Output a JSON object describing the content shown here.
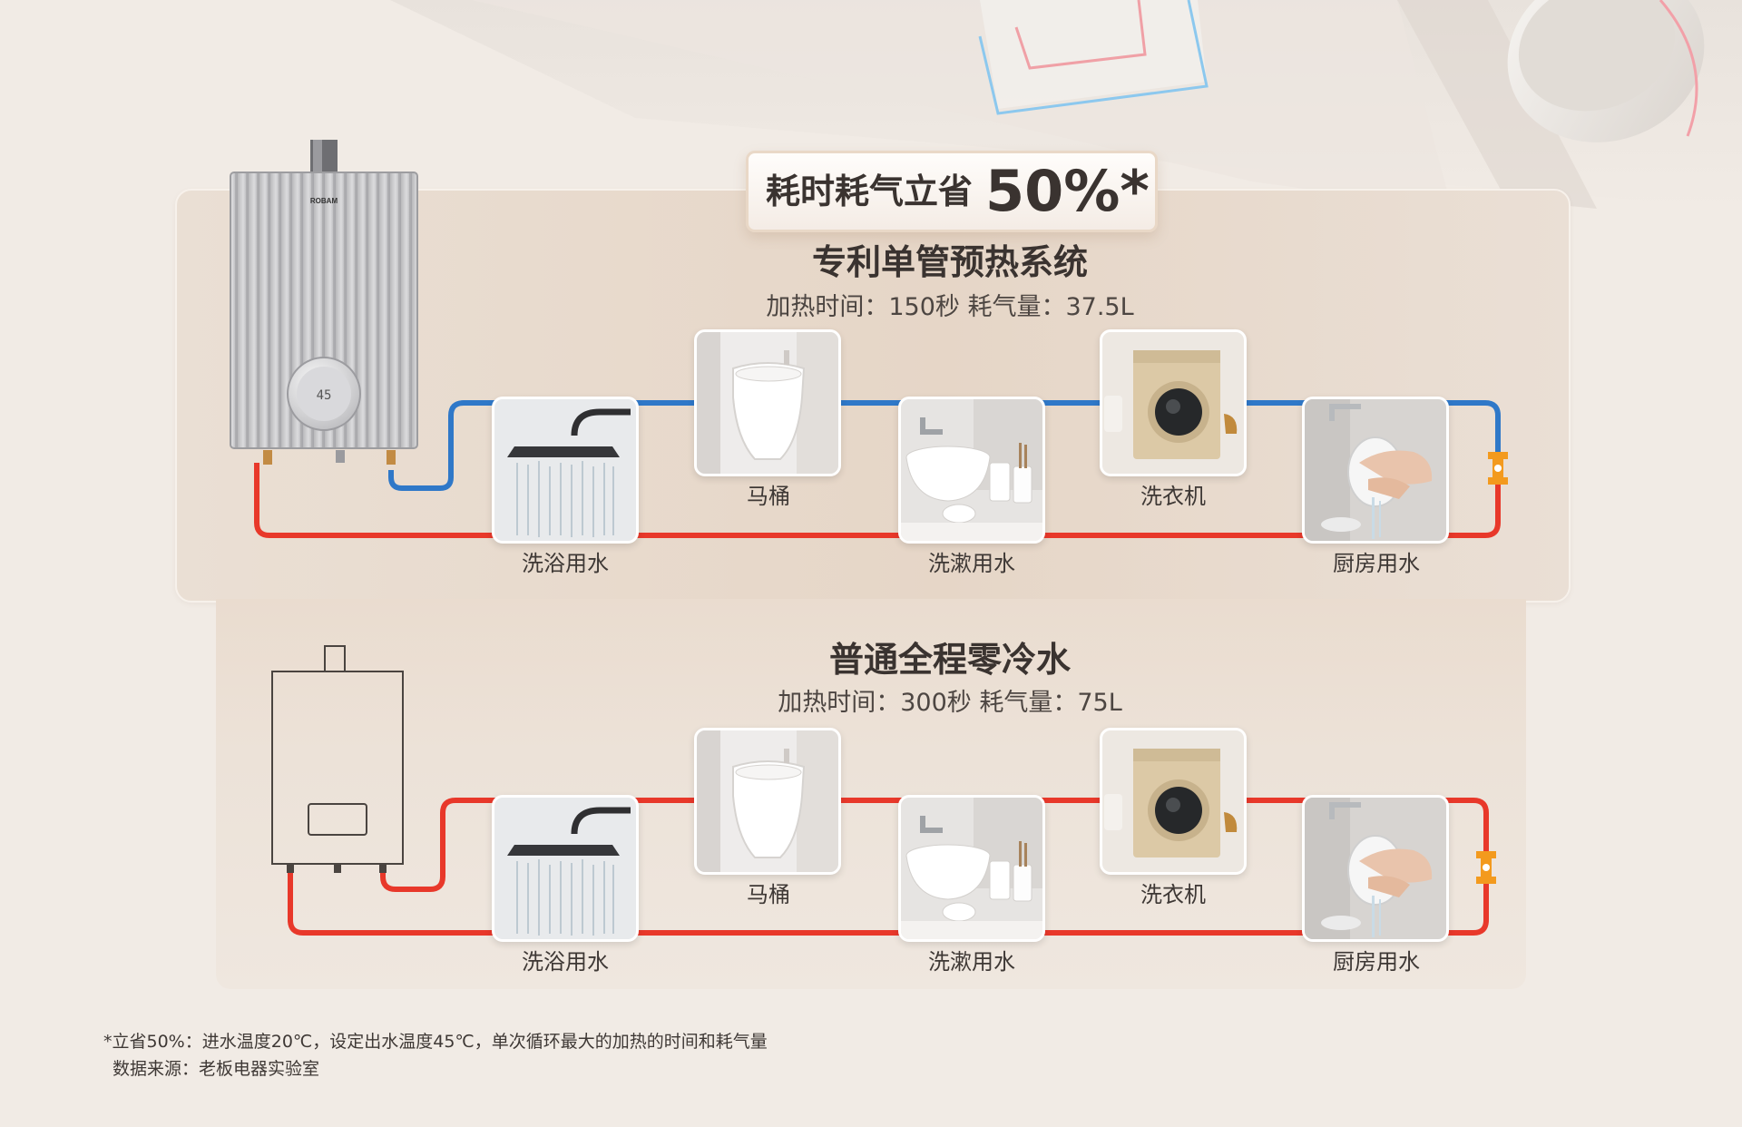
{
  "badge": {
    "prefix": "耗时耗气立省",
    "value": "50%*"
  },
  "top": {
    "title": "专利单管预热系统",
    "subtitle": "加热时间：150秒  耗气量：37.5L",
    "heater_brand": "ROBAM"
  },
  "bottom": {
    "title": "普通全程零冷水",
    "subtitle": "加热时间：300秒  耗气量：75L"
  },
  "fixtures": {
    "shower": "洗浴用水",
    "toilet": "马桶",
    "basin": "洗漱用水",
    "washer": "洗衣机",
    "kitchen": "厨房用水"
  },
  "footnote": {
    "line1": "*立省50%：进水温度20℃，设定出水温度45℃，单次循环最大的加热的时间和耗气量",
    "line2": "数据来源：老板电器实验室"
  },
  "colors": {
    "hot_pipe": "#e8382a",
    "cold_pipe": "#2f78c8",
    "valve": "#f39a1e",
    "panel": "#e8dacd",
    "background": "#f1ebe5"
  },
  "icons": [
    "shower-photo-icon",
    "toilet-photo-icon",
    "basin-photo-icon",
    "washer-photo-icon",
    "kitchen-photo-icon",
    "water-heater-icon",
    "valve-icon"
  ]
}
